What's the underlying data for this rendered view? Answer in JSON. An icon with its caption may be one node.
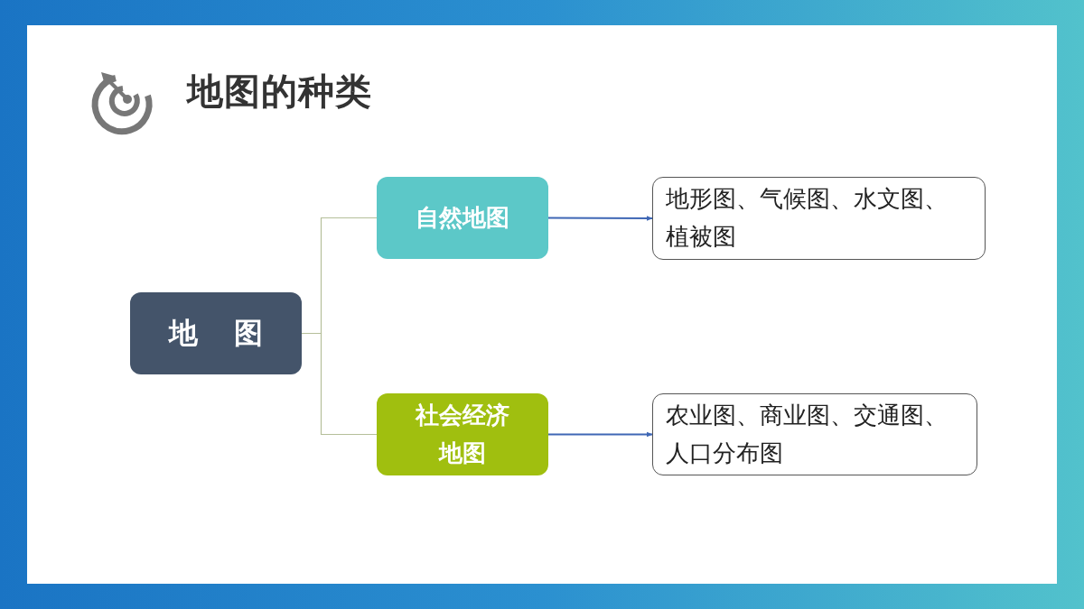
{
  "diagram": {
    "title": "地图的种类",
    "nodes": [
      {
        "text": [
          "地 图"
        ]
      },
      {
        "text": [
          "自然地图"
        ]
      },
      {
        "text": [
          "社会经济地图"
        ]
      },
      {
        "text": [
          "地形图、气候图、水文图、植被图"
        ]
      },
      {
        "text": [
          "农业图、商业图、交通图、人口分布图"
        ]
      }
    ],
    "edges": [
      {
        "from": 0,
        "to": 1,
        "arrow": "none",
        "color": "#b5bf9a"
      },
      {
        "from": 0,
        "to": 2,
        "arrow": "none",
        "color": "#b5bf9a"
      },
      {
        "from": 1,
        "to": 3,
        "arrow": "to",
        "color": "#3f67b5"
      },
      {
        "from": 2,
        "to": 4,
        "arrow": "to",
        "color": "#3f67b5"
      }
    ]
  }
}
